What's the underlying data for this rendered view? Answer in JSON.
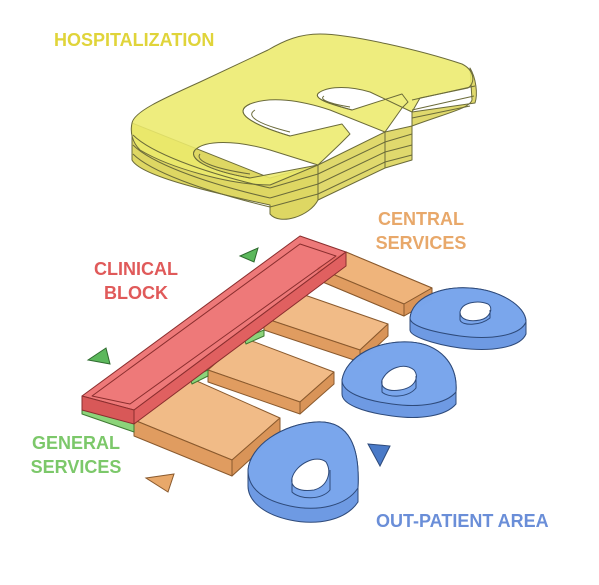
{
  "labels": {
    "hospitalization": "HOSPITALIZATION",
    "central_line1": "CENTRAL",
    "central_line2": "SERVICES",
    "clinical_line1": "CLINICAL",
    "clinical_line2": "BLOCK",
    "general_line1": "GENERAL",
    "general_line2": "SERVICES",
    "outpatient": "OUT-PATIENT AREA"
  },
  "colors": {
    "hospitalization": "#e8e45c",
    "central_services": "#e8a86a",
    "clinical_block": "#e86a6a",
    "general_services": "#8cd47a",
    "outpatient_area": "#6a9ae8",
    "entrance_marker_green": "#5cb85c",
    "entrance_marker_orange": "#e8a86a",
    "entrance_marker_blue": "#4a7ac8"
  }
}
